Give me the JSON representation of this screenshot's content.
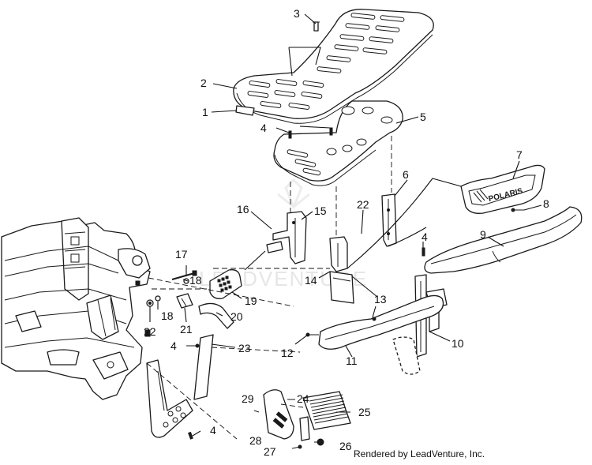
{
  "diagram": {
    "callouts": [
      {
        "id": "c1",
        "label": "1"
      },
      {
        "id": "c2",
        "label": "2"
      },
      {
        "id": "c3",
        "label": "3"
      },
      {
        "id": "c4a",
        "label": "4"
      },
      {
        "id": "c4b",
        "label": "4"
      },
      {
        "id": "c4c",
        "label": "4"
      },
      {
        "id": "c4d",
        "label": "4"
      },
      {
        "id": "c5",
        "label": "5"
      },
      {
        "id": "c6",
        "label": "6"
      },
      {
        "id": "c7",
        "label": "7"
      },
      {
        "id": "c8",
        "label": "8"
      },
      {
        "id": "c9",
        "label": "9"
      },
      {
        "id": "c10",
        "label": "10"
      },
      {
        "id": "c11",
        "label": "11"
      },
      {
        "id": "c12",
        "label": "12"
      },
      {
        "id": "c13",
        "label": "13"
      },
      {
        "id": "c14",
        "label": "14"
      },
      {
        "id": "c15",
        "label": "15"
      },
      {
        "id": "c16",
        "label": "16"
      },
      {
        "id": "c17",
        "label": "17"
      },
      {
        "id": "c18a",
        "label": "18"
      },
      {
        "id": "c18b",
        "label": "18"
      },
      {
        "id": "c19",
        "label": "19"
      },
      {
        "id": "c20",
        "label": "20"
      },
      {
        "id": "c21",
        "label": "21"
      },
      {
        "id": "c22a",
        "label": "22"
      },
      {
        "id": "c22b",
        "label": "22"
      },
      {
        "id": "c23",
        "label": "23"
      },
      {
        "id": "c24",
        "label": "24"
      },
      {
        "id": "c25",
        "label": "25"
      },
      {
        "id": "c26",
        "label": "26"
      },
      {
        "id": "c27",
        "label": "27"
      },
      {
        "id": "c28",
        "label": "28"
      },
      {
        "id": "c29",
        "label": "29"
      }
    ],
    "grille_text": "POLARIS",
    "watermark": "LEADVENTURE",
    "credit": "Rendered by LeadVenture, Inc."
  }
}
